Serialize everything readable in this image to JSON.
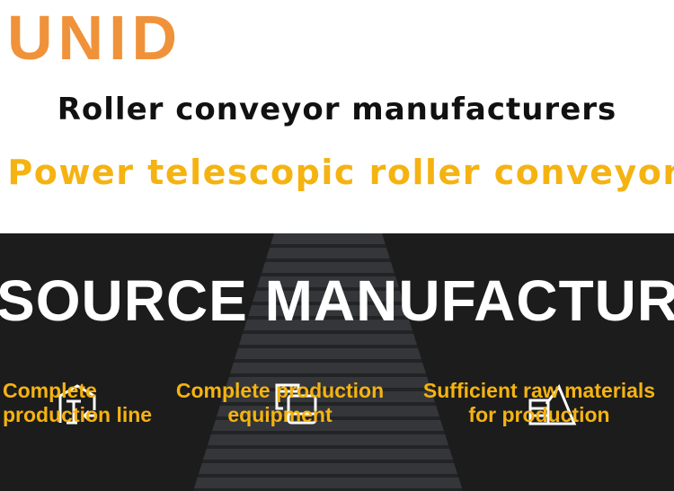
{
  "brand": {
    "logo": "UNID",
    "color": "#f0923a"
  },
  "headline": "Roller conveyor manufacturers",
  "subheadline": "Power telescopic roller conveyor",
  "banner": {
    "title": "SOURCE MANUFACTURER",
    "features": [
      {
        "icon": "house-arrow-icon",
        "line1": "Complete",
        "line2": "production line"
      },
      {
        "icon": "devices-icon",
        "line1": "Complete production",
        "line2": "equipment"
      },
      {
        "icon": "pyramid-stack-icon",
        "line1": "Sufficient raw materials",
        "line2": "for production"
      }
    ]
  },
  "accent": "#f5b312"
}
